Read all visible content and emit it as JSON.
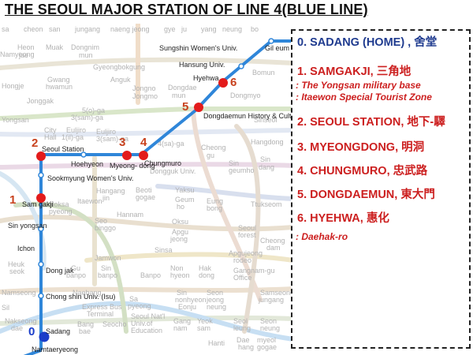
{
  "title": "THE SEOUL MAJOR STATION OF LINE 4(BLUE LINE)",
  "colors": {
    "line4": "#2f86d9",
    "marker": "#e31b1b",
    "home_marker": "#1a3dc9",
    "number_label": "#c8421e",
    "list_blue": "#1f3b8f",
    "list_red": "#cc1f1f"
  },
  "map": {
    "numbered_labels": [
      "0",
      "1",
      "2",
      "3",
      "4",
      "5",
      "6"
    ],
    "line4_stations": [
      "Sadang",
      "Sam gakji",
      "Seoul Station",
      "Myeong- dong",
      "Chungmuro",
      "Dongdaemun History & Culture Park",
      "Hyehwa",
      "Hansung Univ.",
      "Sungshin Women's Univ.",
      "Gil eum",
      "Sookmyung Women's Univ.",
      "Sin yongsan",
      "Ichon",
      "Dong jak",
      "Chong shin Univ. (Isu)",
      "Hoehyeon",
      "Namtaeryeong"
    ],
    "background_labels": [
      "sa",
      "cheon",
      "san",
      "jungang",
      "naeng jeong",
      "gye",
      "ju",
      "yang",
      "neung",
      "bo",
      "Heon",
      "Muak",
      "Dongnim",
      "jae",
      "mun",
      "Gyeongbokgung",
      "Anguk",
      "Gwang",
      "hwamun",
      "Jongno",
      "Jongmo",
      "5(o)-ga",
      "Jonggak",
      "3(sam)-ga",
      "City",
      "Hall",
      "Euljiro",
      "1(il)-ga",
      "Euljiro",
      "3(sam)-ga",
      "4(sa)-ga",
      "Dongdae",
      "mun",
      "Dongmyo",
      "Bomun",
      "Sinseol",
      "Hangdong",
      "Cheong",
      "gu",
      "Sin",
      "geumho",
      "Sin",
      "dang",
      "Dongguk Univ.",
      "Hangang",
      "jin",
      "Beoti",
      "gogae",
      "Yaksu",
      "Geum",
      "ho",
      "Eung",
      "bong",
      "Itaewon",
      "Hannam",
      "Seo",
      "binggo",
      "Noksa",
      "pyeong",
      "Ttukseom",
      "Sinsa",
      "Oksu",
      "Apgu",
      "jeong",
      "Jamwon",
      "Seoul",
      "forest",
      "Cheong",
      "dam",
      "Apgujeong",
      "rodeo",
      "Heuk",
      "seok",
      "Gu",
      "banpo",
      "Sin",
      "banpo",
      "Banpo",
      "Non",
      "hyeon",
      "Hak",
      "dong",
      "Gangnam-gu",
      "Office",
      "Namseong",
      "Naebang",
      "Express Bus",
      "Terminal",
      "Sa",
      "pyeong",
      "Sin",
      "nonhyeon",
      "Eonju",
      "Seon",
      "jeong",
      "neung",
      "Samseong",
      "jungang",
      "Bang",
      "bae",
      "Seocho",
      "Seoul Nat'l",
      "Univ.of",
      "Education",
      "Gang",
      "nam",
      "Yeok",
      "sam",
      "Seol",
      "leung",
      "Seon",
      "neung",
      "Hanti",
      "Dae",
      "hang",
      "myeol",
      "gogae",
      "Nakseong",
      "dae",
      "Sil",
      "Yongsan",
      "Hongje",
      "Namyeong"
    ]
  },
  "stops": [
    {
      "label": "0. SADANG (HOME) , 舍堂",
      "style": "blue"
    },
    {
      "label": "1. SAMGAKJI, 三角地",
      "style": "red"
    },
    {
      "label": "2. SEOUL STATION, 地下-驛",
      "style": "red"
    },
    {
      "label": "3. MYEONGDONG, 明洞",
      "style": "red"
    },
    {
      "label": "4. CHUNGMURO, 忠武路",
      "style": "red"
    },
    {
      "label": "5. DONGDAEMUN, 東大門",
      "style": "red"
    },
    {
      "label": "6. HYEHWA, 惠化",
      "style": "red"
    }
  ],
  "notes": [
    ": The Yongsan military base",
    ": Itaewon Special Tourist Zone",
    ": Daehak-ro"
  ]
}
